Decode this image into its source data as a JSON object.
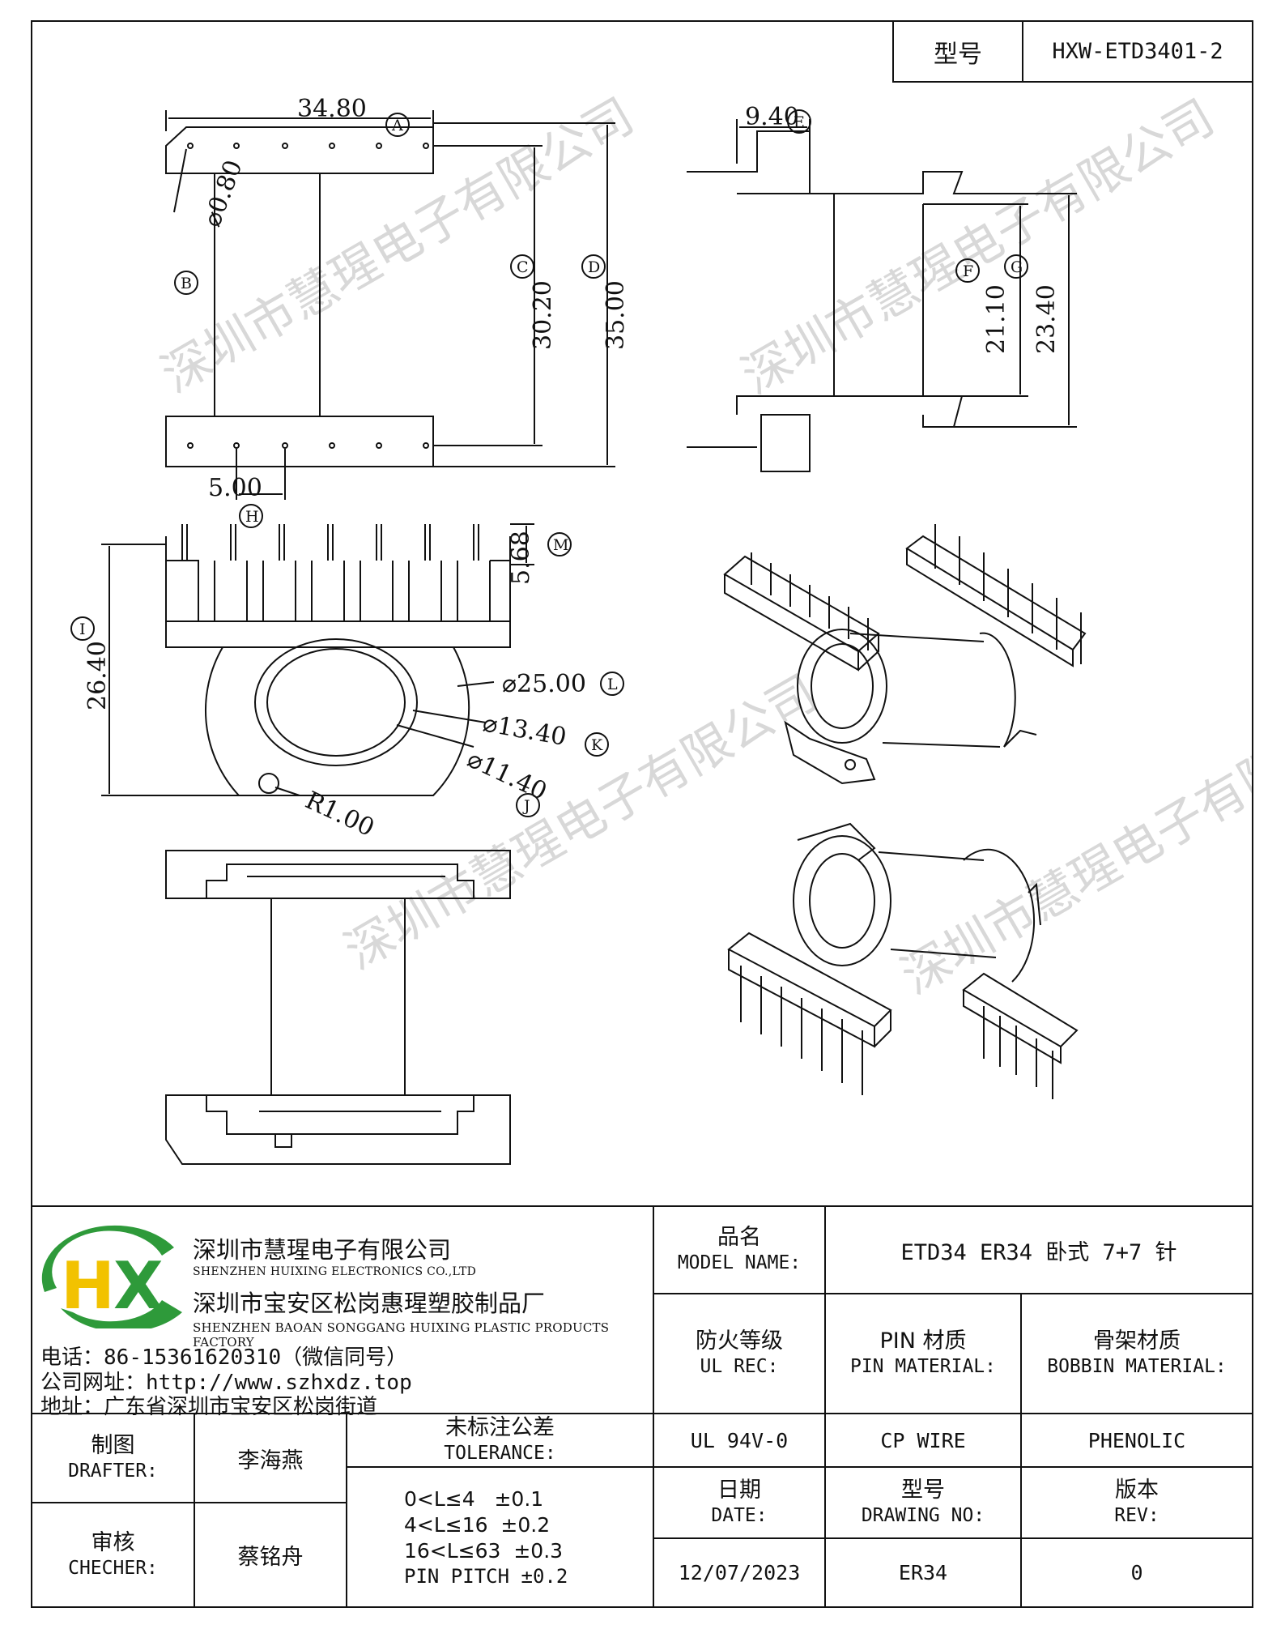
{
  "header": {
    "model_label": "型号",
    "model_value": "HXW-ETD3401-2"
  },
  "drawing": {
    "dims": {
      "a": "34.80",
      "b": "⌀0.80",
      "c": "30.20",
      "d": "35.00",
      "e": "9.40",
      "f": "21.10",
      "g": "23.40",
      "h": "5.00",
      "i": "26.40",
      "m": "5.68",
      "l": "⌀25.00",
      "k": "⌀13.40",
      "j": "⌀11.40",
      "r": "R1.00"
    },
    "tags": {
      "A": "A",
      "B": "B",
      "C": "C",
      "D": "D",
      "E": "E",
      "F": "F",
      "G": "G",
      "H": "H",
      "I": "I",
      "J": "J",
      "K": "K",
      "L": "L",
      "M": "M"
    },
    "watermark": "深圳市慧瑆电子有限公司"
  },
  "company": {
    "name_cn": "深圳市慧瑆电子有限公司",
    "name_en": "SHENZHEN HUIXING ELECTRONICS CO.,LTD",
    "factory_cn": "深圳市宝安区松岗惠瑆塑胶制品厂",
    "factory_en": "SHENZHEN BAOAN SONGGANG HUIXING PLASTIC PRODUCTS FACTORY",
    "phone_label": "电话：",
    "phone": "86-15361620310（微信同号）",
    "web_label": "公司网址：",
    "web": "http://www.szhxdz.top",
    "addr_label": "地址：",
    "addr": "广东省深圳市宝安区松岗街道",
    "logo_text": "HX",
    "colors": {
      "green": "#2e9a3a",
      "yellow": "#f2c200"
    }
  },
  "titleblock": {
    "model_name_cn": "品名",
    "model_name_en": "MODEL NAME:",
    "model_name_value": "ETD34 ER34 卧式 7+7 针",
    "ul_cn": "防火等级",
    "ul_en": "UL REC:",
    "pin_cn": "PIN 材质",
    "pin_en": "PIN MATERIAL:",
    "bobbin_cn": "骨架材质",
    "bobbin_en": "BOBBIN MATERIAL:",
    "ul_value": "UL 94V-0",
    "pin_value": "CP WIRE",
    "bobbin_value": "PHENOLIC",
    "drafter_cn": "制图",
    "drafter_en": "DRAFTER:",
    "drafter_value": "李海燕",
    "checker_cn": "审核",
    "checker_en": "CHECHER:",
    "checker_value": "蔡铭舟",
    "tol_cn": "未标注公差",
    "tol_en": "TOLERANCE:",
    "tol_lines": [
      "0<L≤4   ±0.1",
      "4<L≤16  ±0.2",
      "16<L≤63  ±0.3",
      "PIN PITCH ±0.2"
    ],
    "date_cn": "日期",
    "date_en": "DATE:",
    "drawing_no_cn": "型号",
    "drawing_no_en": "DRAWING NO:",
    "rev_cn": "版本",
    "rev_en": "REV:",
    "date_value": "12/07/2023",
    "drawing_no_value": "ER34",
    "rev_value": "0"
  }
}
